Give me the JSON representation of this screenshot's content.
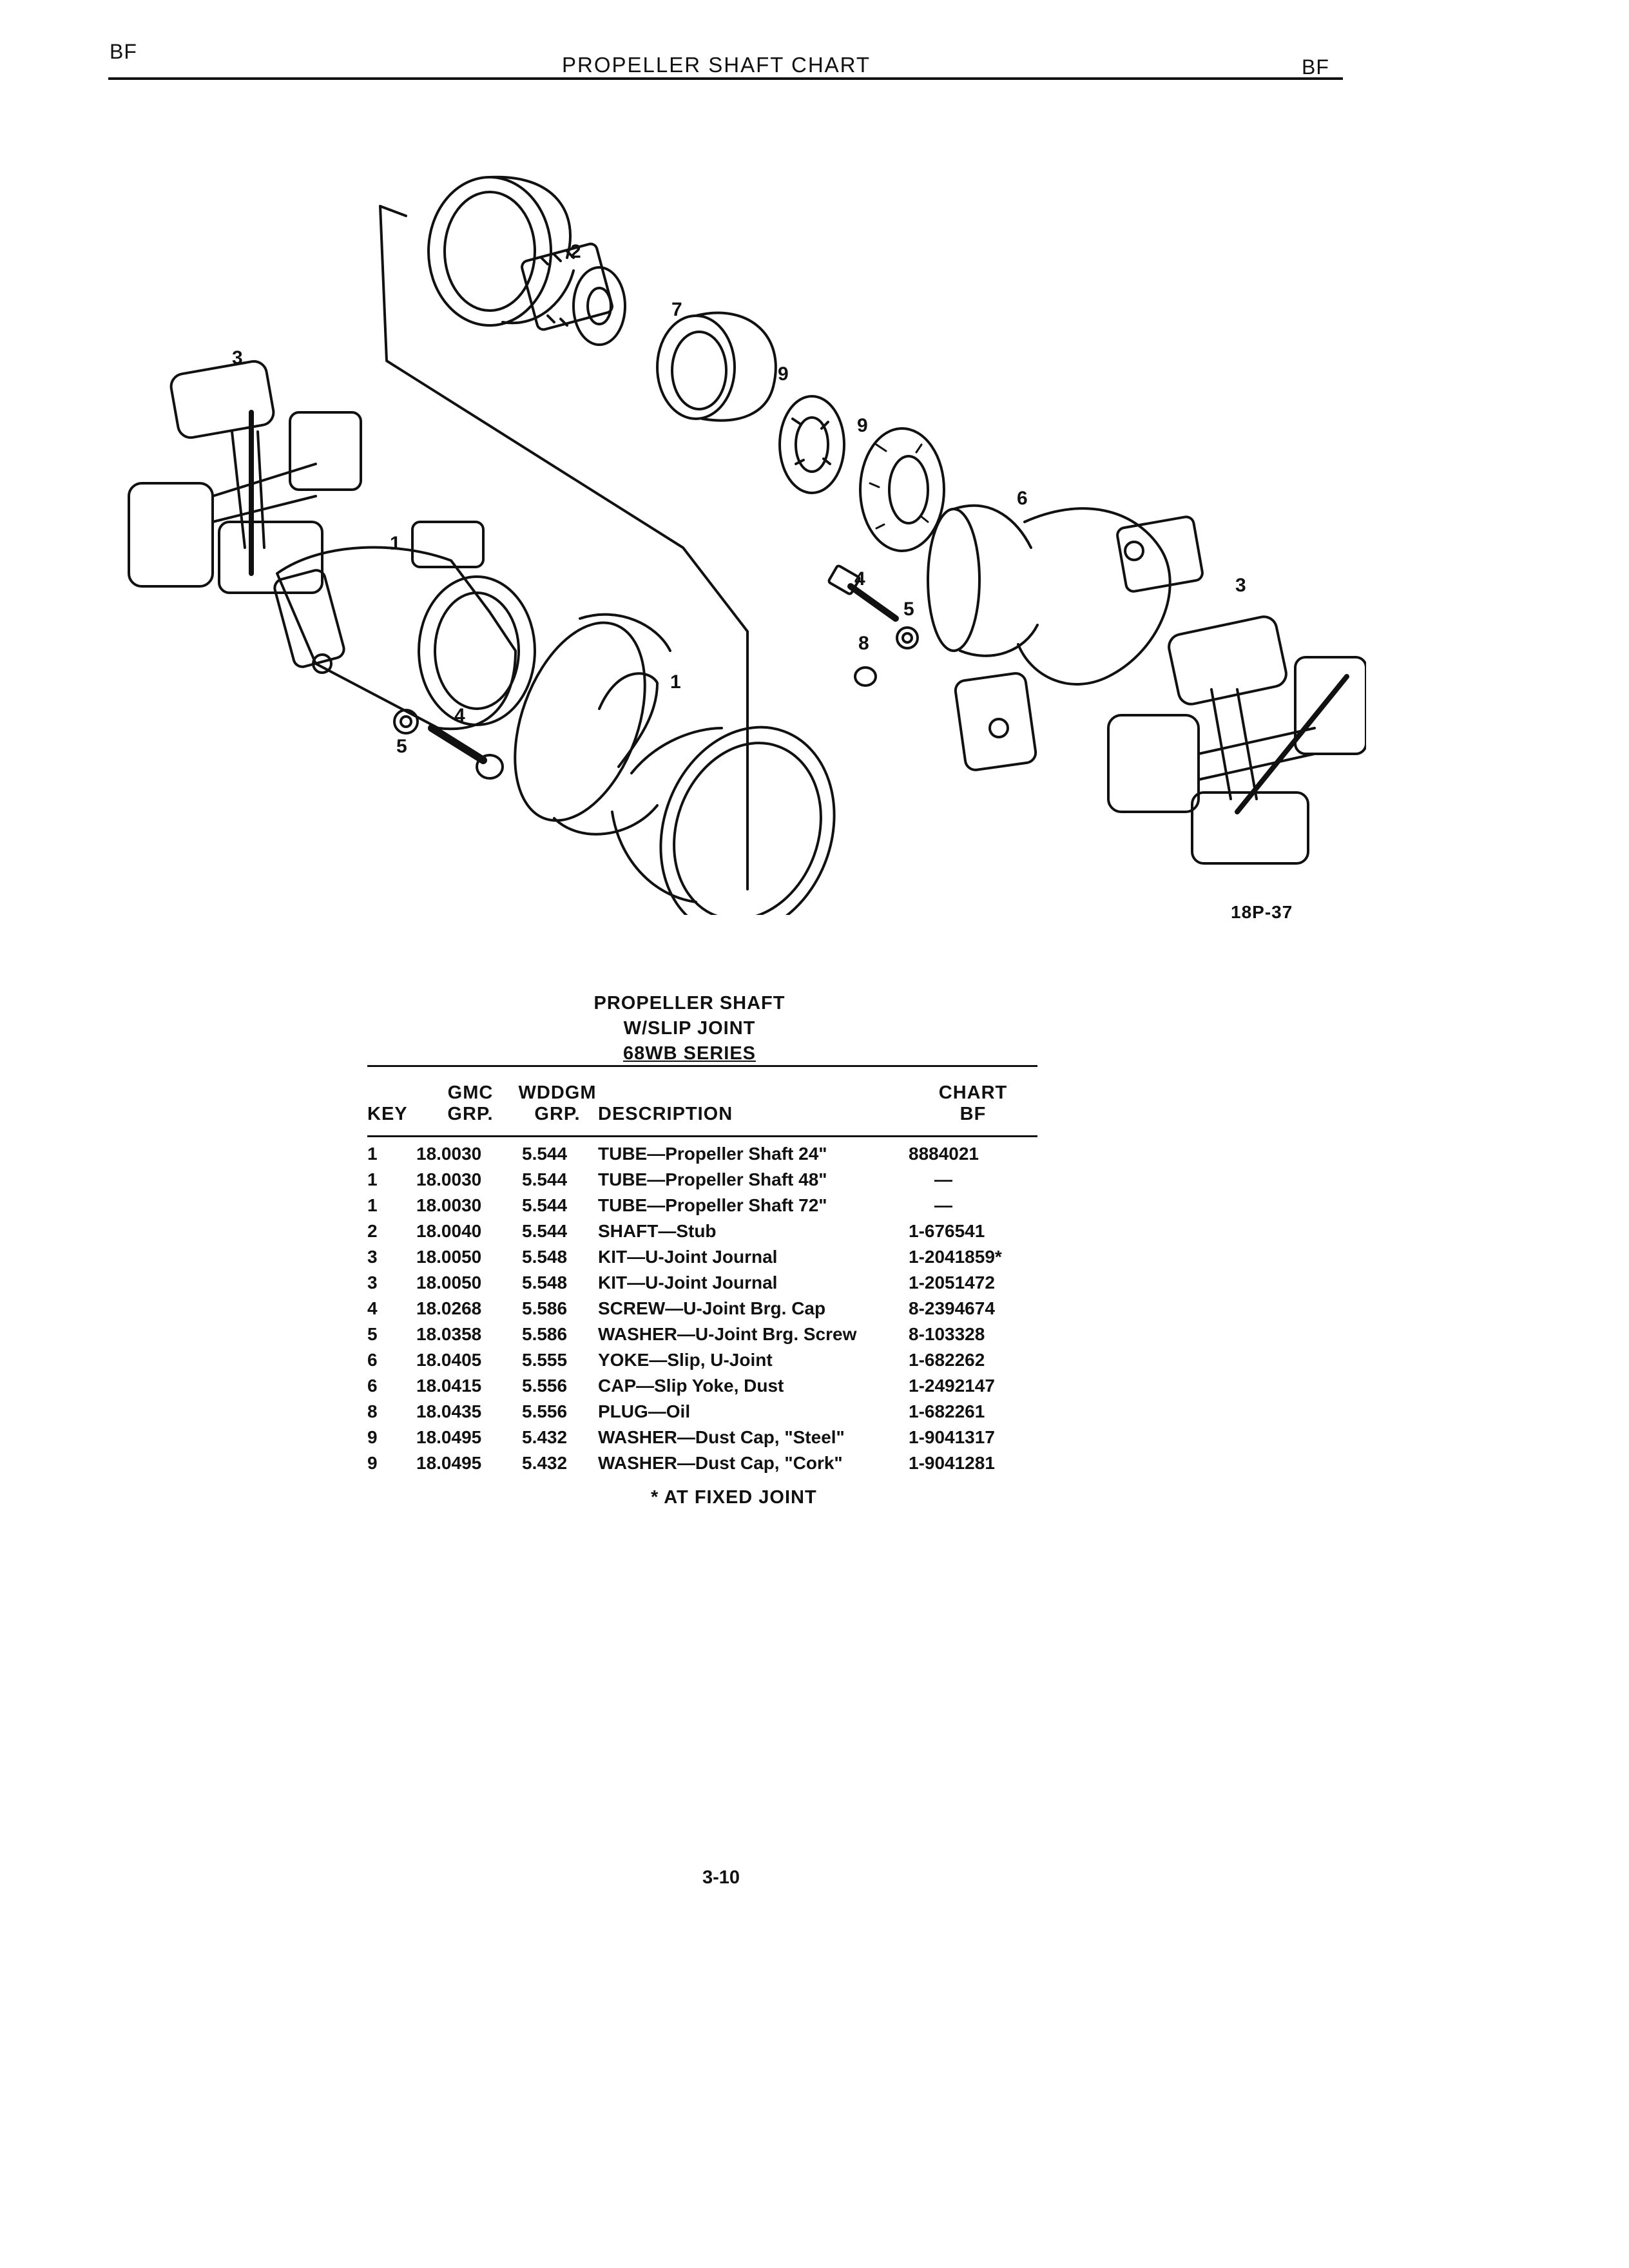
{
  "header": {
    "left_code": "BF",
    "title": "PROPELLER SHAFT CHART",
    "right_code": "BF"
  },
  "diagram": {
    "callouts": [
      "1",
      "1",
      "2",
      "3",
      "3",
      "4",
      "4",
      "5",
      "5",
      "6",
      "7",
      "8",
      "9",
      "9"
    ],
    "figure_id": "18P-37"
  },
  "table": {
    "title_lines": [
      "PROPELLER SHAFT",
      "W/SLIP JOINT",
      "68WB SERIES"
    ],
    "headers": {
      "key": [
        "",
        "KEY"
      ],
      "gmc": [
        "GMC",
        "GRP."
      ],
      "wddgm": [
        "WDDGM",
        "GRP."
      ],
      "description": [
        "",
        "DESCRIPTION"
      ],
      "chart": [
        "CHART",
        "BF"
      ]
    },
    "rows": [
      {
        "key": "1",
        "gmc": "18.0030",
        "wddgm": "5.544",
        "description": "TUBE—Propeller Shaft 24\"",
        "chart": "8884021"
      },
      {
        "key": "1",
        "gmc": "18.0030",
        "wddgm": "5.544",
        "description": "TUBE—Propeller Shaft 48\"",
        "chart": "—"
      },
      {
        "key": "1",
        "gmc": "18.0030",
        "wddgm": "5.544",
        "description": "TUBE—Propeller Shaft 72\"",
        "chart": "—"
      },
      {
        "key": "2",
        "gmc": "18.0040",
        "wddgm": "5.544",
        "description": "SHAFT—Stub",
        "chart": "1-676541"
      },
      {
        "key": "3",
        "gmc": "18.0050",
        "wddgm": "5.548",
        "description": "KIT—U-Joint Journal",
        "chart": "1-2041859*"
      },
      {
        "key": "3",
        "gmc": "18.0050",
        "wddgm": "5.548",
        "description": "KIT—U-Joint Journal",
        "chart": "1-2051472"
      },
      {
        "key": "4",
        "gmc": "18.0268",
        "wddgm": "5.586",
        "description": "SCREW—U-Joint Brg. Cap",
        "chart": "8-2394674"
      },
      {
        "key": "5",
        "gmc": "18.0358",
        "wddgm": "5.586",
        "description": "WASHER—U-Joint Brg. Screw",
        "chart": "8-103328"
      },
      {
        "key": "6",
        "gmc": "18.0405",
        "wddgm": "5.555",
        "description": "YOKE—Slip, U-Joint",
        "chart": "1-682262"
      },
      {
        "key": "6",
        "gmc": "18.0415",
        "wddgm": "5.556",
        "description": "CAP—Slip Yoke, Dust",
        "chart": "1-2492147"
      },
      {
        "key": "8",
        "gmc": "18.0435",
        "wddgm": "5.556",
        "description": "PLUG—Oil",
        "chart": "1-682261"
      },
      {
        "key": "9",
        "gmc": "18.0495",
        "wddgm": "5.432",
        "description": "WASHER—Dust Cap, \"Steel\"",
        "chart": "1-9041317"
      },
      {
        "key": "9",
        "gmc": "18.0495",
        "wddgm": "5.432",
        "description": "WASHER—Dust Cap, \"Cork\"",
        "chart": "1-9041281"
      }
    ],
    "footnote": "*  AT FIXED JOINT"
  },
  "page_number": "3-10"
}
